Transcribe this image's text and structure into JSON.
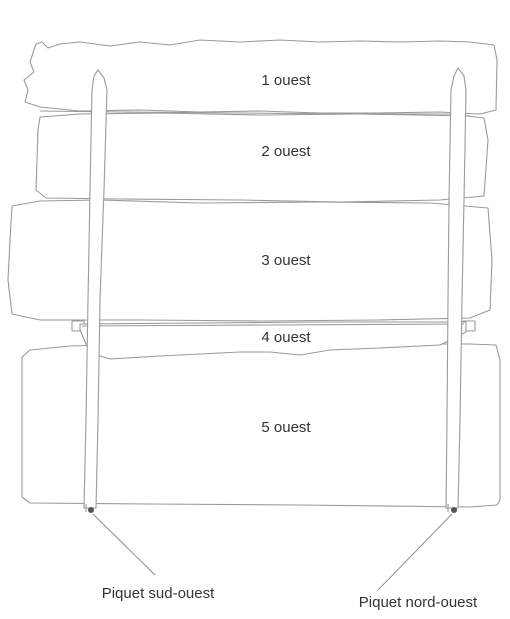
{
  "diagram": {
    "logs": [
      {
        "label": "1 ouest"
      },
      {
        "label": "2 ouest"
      },
      {
        "label": "3 ouest"
      },
      {
        "label": "4 ouest"
      },
      {
        "label": "5 ouest"
      }
    ],
    "stakes": {
      "left_label": "Piquet sud-ouest",
      "right_label": "Piquet nord-ouest"
    }
  }
}
